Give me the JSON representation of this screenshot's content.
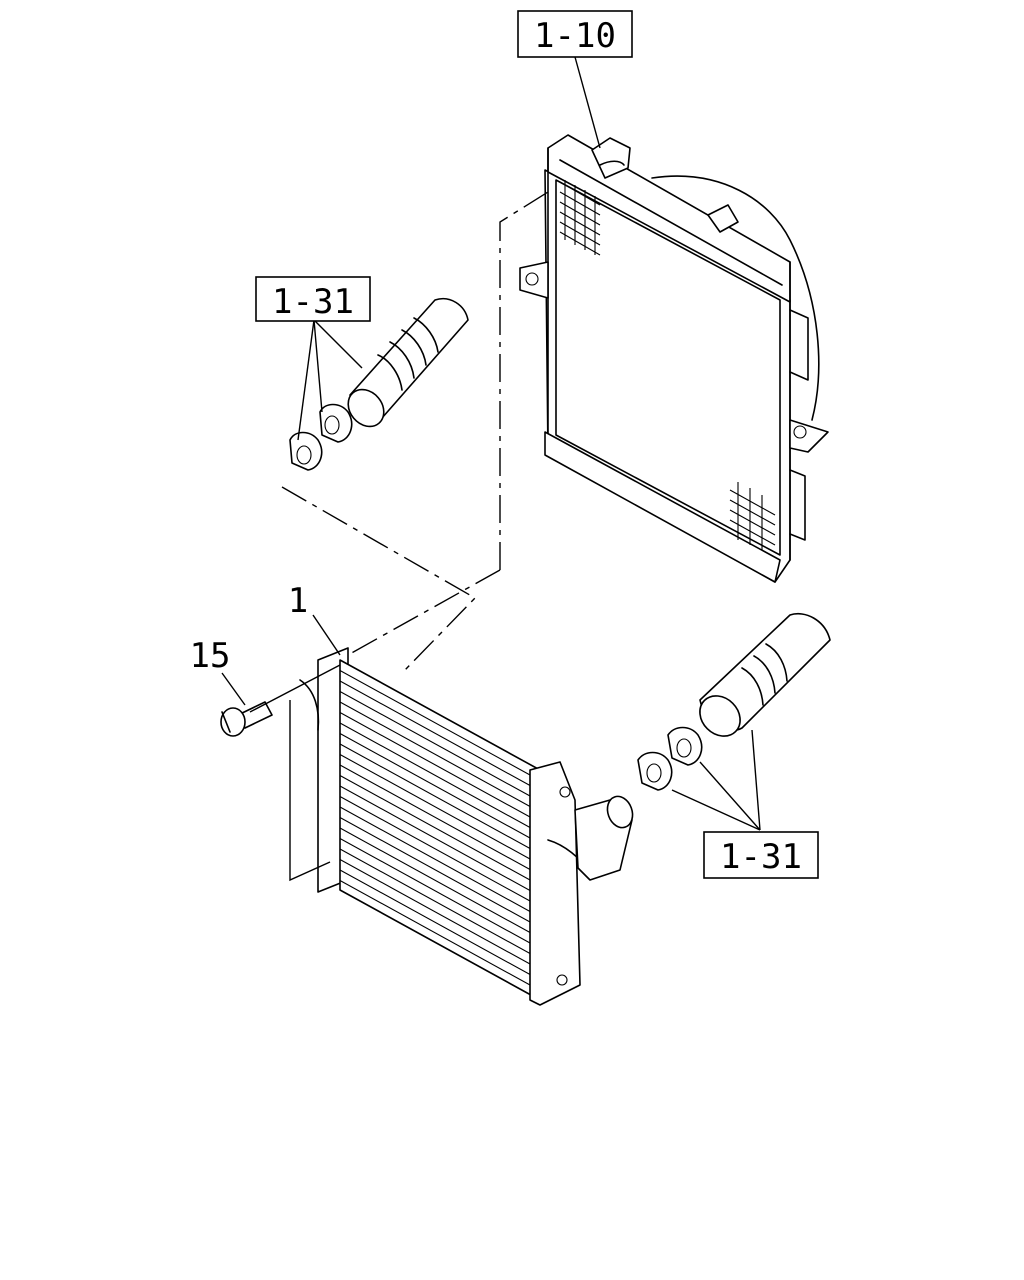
{
  "callouts": {
    "radiator": "1-10",
    "hose_upper": "1-31",
    "hose_lower": "1-31",
    "intercooler": "1",
    "bolt": "15"
  }
}
